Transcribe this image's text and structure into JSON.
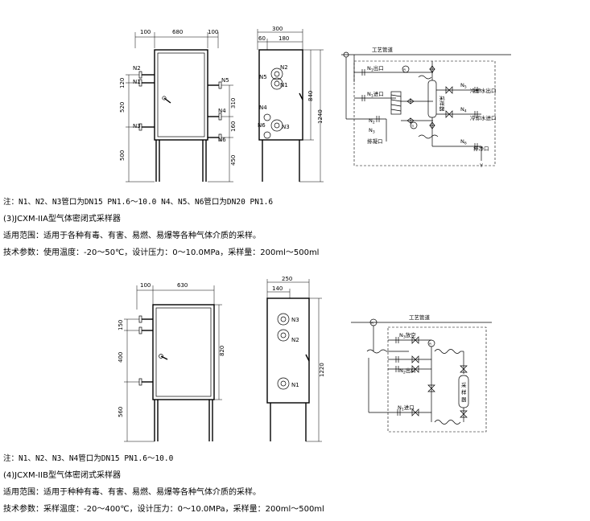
{
  "figure1": {
    "front": {
      "dims_top": [
        "100",
        "680",
        "100"
      ],
      "dims_left": [
        "120",
        "520",
        "500"
      ],
      "ports": [
        "N2",
        "N1",
        "N3",
        "N5",
        "N4",
        "N6"
      ],
      "dims_right": [
        "310",
        "160",
        "450"
      ]
    },
    "side": {
      "dims_top": [
        "300",
        "60",
        "180"
      ],
      "dims_right": [
        "840",
        "1240"
      ],
      "ports": [
        "N2",
        "N5",
        "N1",
        "N4",
        "N6",
        "N3"
      ]
    },
    "schematic": {
      "process_pipe": "工艺管道",
      "n1_out": "N",
      "n1_out_sub": "1",
      "n1_out_text": "出口",
      "n1_in": "N",
      "n1_in_sub": "1",
      "n1_in_text": "进口",
      "n2": "N",
      "n2_sub": "2",
      "n3": "N",
      "n3_sub": "3",
      "n4": "N",
      "n4_sub": "4",
      "n5": "N",
      "n5_sub": "5",
      "n6": "N",
      "n6_sub": "6",
      "sampler": "采样器",
      "cooling_out": "冷却水出口",
      "cooling_in": "冷却水进口",
      "drain_cond": "排凝口",
      "drain_clean": "排净口",
      "y_mark": "Y",
      "pi": "PI",
      "ti": "TI"
    }
  },
  "text1": {
    "note": "注：N1、N2、N3管口为DN15 PN1.6～10.0 N4、N5、N6管口为DN20 PN1.6",
    "title": "(3)JCXM-IIA型气体密闭式采样器",
    "scope": "适用范围：适用于各种有毒、有害、易燃、易爆等各种气体介质的采样。",
    "params": "技术参数：使用温度：-20～50℃，设计压力：0～10.0MPa，采样量：200ml～500ml"
  },
  "figure2": {
    "front": {
      "dims_top": [
        "100",
        "630"
      ],
      "dims_left": [
        "150",
        "400",
        "560"
      ],
      "dims_right": [
        "820"
      ]
    },
    "side": {
      "dims_top": [
        "250",
        "140"
      ],
      "dims_right": [
        "1220"
      ],
      "ports": [
        "N3",
        "N2",
        "N1"
      ]
    },
    "schematic": {
      "process_pipe": "工艺管道",
      "n3_vent": "N",
      "n3_vent_sub": "3",
      "n3_vent_text": "放空",
      "n2_out": "N",
      "n2_out_sub": "2",
      "n2_out_text": "出口",
      "n1_in": "N",
      "n1_in_sub": "1",
      "n1_in_text": "进口",
      "sampler_v": [
        "采",
        "样",
        "器"
      ],
      "pi": "PI"
    }
  },
  "text2": {
    "note": "注：N1、N2、N3、N4管口为DN15 PN1.6～10.0",
    "title": "(4)JCXM-IIB型气体密闭式采样器",
    "scope": "适用范围：适用于种种有毒、有害、易燃、易爆等各种气体介质的采样。",
    "params": "技术参数：采样温度：-20～400℃，设计压力：0～10.0MPa，采样量：200ml～500ml"
  }
}
